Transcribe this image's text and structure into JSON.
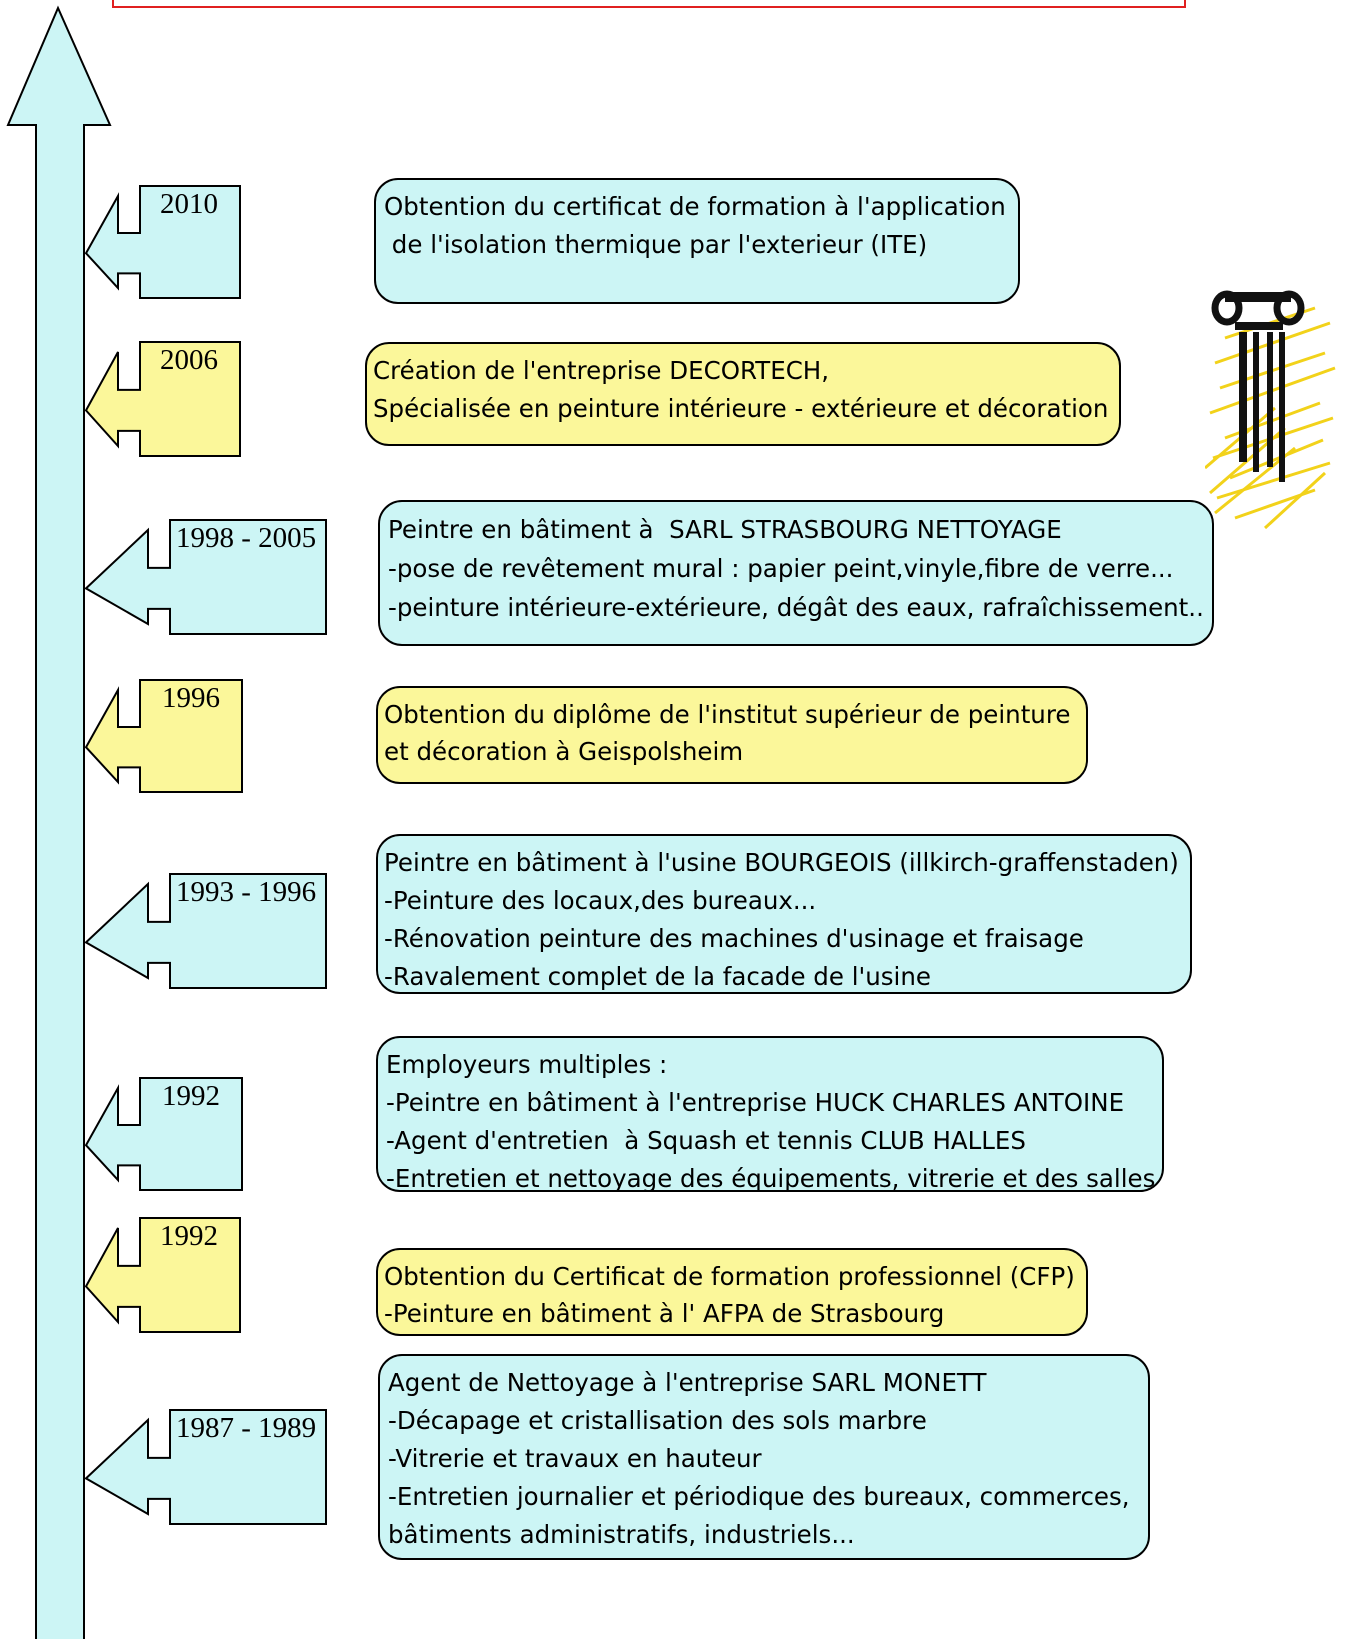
{
  "colors": {
    "blue": "#ccf5f5",
    "yellow": "#fbf79a",
    "frame_red": "#e02020",
    "timeline_arrow": "#ccf5f5"
  },
  "timeline": [
    {
      "year": "2010",
      "color": "blue",
      "lines": [
        "Obtention du certificat de formation à l'application",
        " de l'isolation thermique par l'exterieur (ITE)"
      ]
    },
    {
      "year": "2006",
      "color": "yellow",
      "lines": [
        "Création de l'entreprise DECORTECH,",
        "Spécialisée en peinture intérieure - extérieure et décoration"
      ]
    },
    {
      "year": "1998 - 2005",
      "color": "blue",
      "lines": [
        "Peintre en bâtiment à  SARL STRASBOURG NETTOYAGE",
        "-pose de revêtement mural : papier peint,vinyle,fibre de verre...",
        "-peinture intérieure-extérieure, dégât des eaux, rafraîchissement.."
      ]
    },
    {
      "year": "1996",
      "color": "yellow",
      "lines": [
        "Obtention du diplôme de l'institut supérieur de peinture",
        "et décoration à Geispolsheim"
      ]
    },
    {
      "year": "1993 - 1996",
      "color": "blue",
      "lines": [
        "Peintre en bâtiment à l'usine BOURGEOIS (illkirch-graffenstaden)",
        "-Peinture des locaux,des bureaux...",
        "-Rénovation peinture des machines d'usinage et fraisage",
        "-Ravalement complet de la facade de l'usine"
      ]
    },
    {
      "year": "1992",
      "color": "blue",
      "lines": [
        "Employeurs multiples :",
        "-Peintre en bâtiment à l'entreprise HUCK CHARLES ANTOINE",
        "-Agent d'entretien  à Squash et tennis CLUB HALLES",
        "-Entretien et nettoyage des équipements, vitrerie et des salles"
      ]
    },
    {
      "year": "1992",
      "color": "yellow",
      "lines": [
        "Obtention du Certificat de formation professionnel (CFP)",
        "-Peinture en bâtiment à l' AFPA de Strasbourg"
      ]
    },
    {
      "year": "1987 - 1989",
      "color": "blue",
      "lines": [
        "Agent de Nettoyage à l'entreprise SARL MONETT",
        "-Décapage et cristallisation des sols marbre",
        "-Vitrerie et travaux en hauteur",
        "-Entretien journalier et périodique des bureaux, commerces,",
        "bâtiments administratifs, industriels..."
      ]
    }
  ],
  "logo": {
    "icon": "ionic-column-logo-icon"
  }
}
